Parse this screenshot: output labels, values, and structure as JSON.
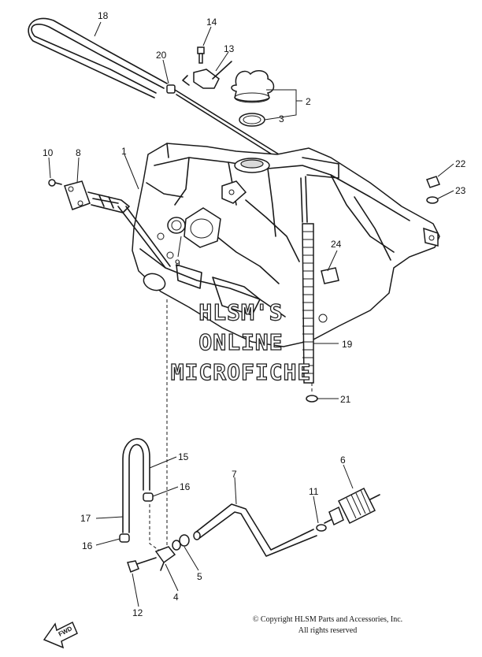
{
  "callouts": [
    {
      "id": "c18",
      "text": "18"
    },
    {
      "id": "c14",
      "text": "14"
    },
    {
      "id": "c20",
      "text": "20"
    },
    {
      "id": "c13",
      "text": "13"
    },
    {
      "id": "c2",
      "text": "2"
    },
    {
      "id": "c3",
      "text": "3"
    },
    {
      "id": "c10",
      "text": "10"
    },
    {
      "id": "c8",
      "text": "8"
    },
    {
      "id": "c1",
      "text": "1"
    },
    {
      "id": "c22",
      "text": "22"
    },
    {
      "id": "c23",
      "text": "23"
    },
    {
      "id": "c24",
      "text": "24"
    },
    {
      "id": "c9",
      "text": "9"
    },
    {
      "id": "c19",
      "text": "19"
    },
    {
      "id": "c21",
      "text": "21"
    },
    {
      "id": "c15",
      "text": "15"
    },
    {
      "id": "c6",
      "text": "6"
    },
    {
      "id": "c7",
      "text": "7"
    },
    {
      "id": "c16a",
      "text": "16"
    },
    {
      "id": "c11",
      "text": "11"
    },
    {
      "id": "c17",
      "text": "17"
    },
    {
      "id": "c16b",
      "text": "16"
    },
    {
      "id": "c5",
      "text": "5"
    },
    {
      "id": "c4",
      "text": "4"
    },
    {
      "id": "c12",
      "text": "12"
    }
  ],
  "watermark": {
    "line1": "HLSM'S",
    "line2": "ONLINE",
    "line3": "MICROFICHE"
  },
  "fwd_label": "FWD",
  "copyright": {
    "line1": "© Copyright HLSM Parts and Accessories, Inc.",
    "line2": "All rights reserved"
  }
}
